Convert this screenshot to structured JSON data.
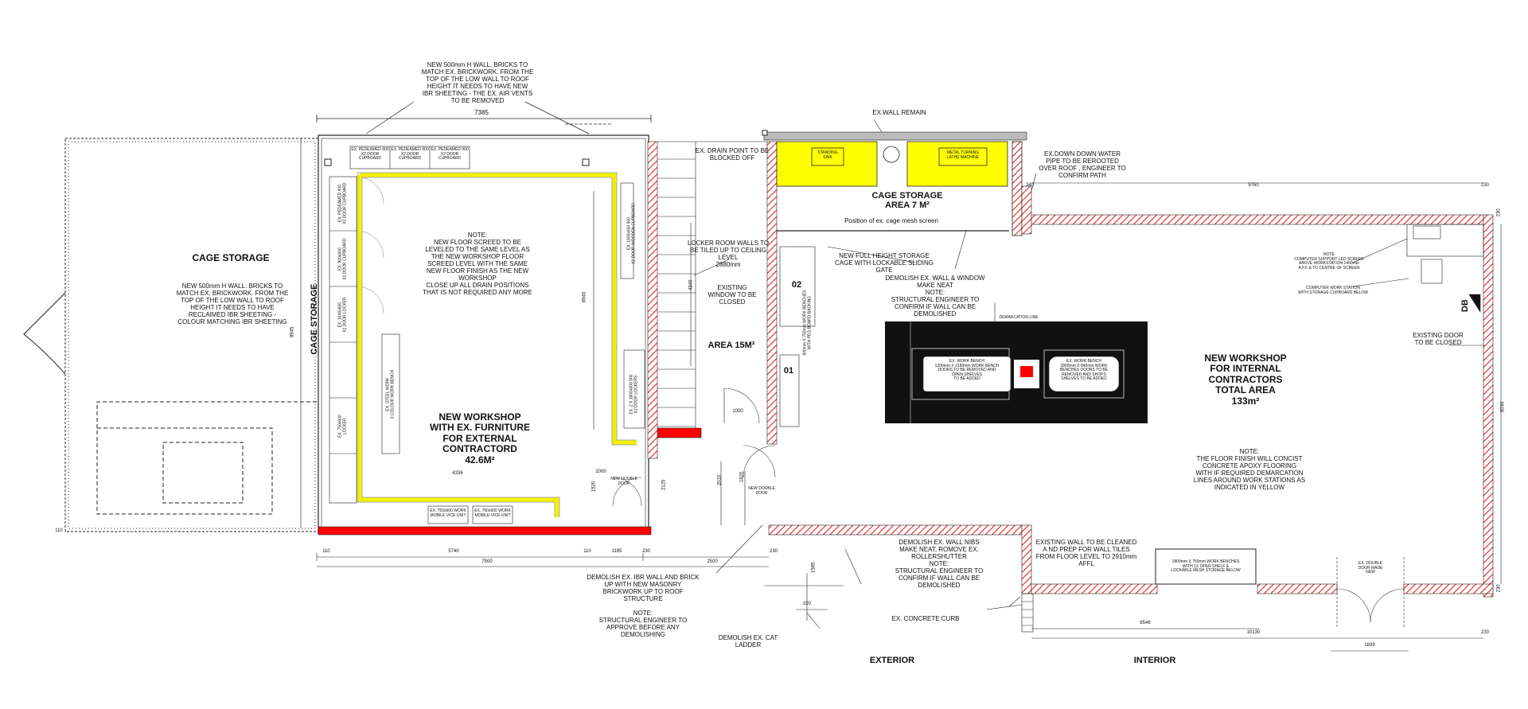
{
  "colors": {
    "wall_hatch": "#e23a3a",
    "new_wall": "#ff0000",
    "floor_demarcation": "#f2f200",
    "cage_fill": "#ffff00",
    "black_area": "#111111"
  },
  "dims": {
    "d7385": "7385",
    "d8945": "8945",
    "d6940": "6940",
    "d4340": "4340",
    "d4336": "4336",
    "d2000": "2000",
    "d1520": "1520",
    "d2125": "2125",
    "d1000": "1000",
    "d2010": "2010",
    "d1820": "1820",
    "d110a": "110",
    "d5740": "5740",
    "d110b": "110",
    "d1195": "1195",
    "d230a": "230",
    "d7500": "7500",
    "d2500": "2500",
    "d230b": "230",
    "d1585": "1585",
    "d320": "320",
    "d340": "340",
    "d9760": "9760",
    "d230c": "230",
    "d230d": "230",
    "d8034": "8034",
    "d230e": "230",
    "d6546": "6546",
    "d10130": "10130",
    "d230f": "230",
    "d1839": "1839",
    "d110c": "110"
  },
  "labels": {
    "note_top_wall": "NEW 500mm H WALL. BRICKS TO\nMATCH EX. BRICKWORK. FROM THE\nTOP OF THE LOW WALL TO ROOF\nHEIGHT IT NEEDS TO HAVE NEW\nIBR SHEETING - THE EX. AIR VENTS\nTO BE REMOVED",
    "cage_storage_left": "CAGE STORAGE",
    "note_left_wall": "NEW 500mm H WALL. BRICKS TO\nMATCH EX. BRICKWORK. FROM THE\nTOP OF THE LOW WALL TO ROOF\nHEIGHT IT NEEDS TO HAVE\nRECLAIMED IBR SHEETING -\nCOLOUR MATCHING IBR SHEETING",
    "cage_storage_vertical": "CAGE STORAGE",
    "note_floor_screed": "NOTE:\nNEW FLOOR SCREED TO BE\nLEVELED TO THE SAME LEVEL AS\nTHE NEW WORKSHOP FLOOR\nSCREED LEVEL WITH THE SAME\nNEW FLOOR FINISH AS THE NEW\nWORKSHOP\nCLOSE UP ALL DRAIN POSITIONS\nTHAT IS NOT REQUIRED ANY MORE",
    "workshop_external": "NEW WORKSHOP\nWITH EX. FURNITURE\nFOR EXTERNAL\nCONTRACTORD\n42.6M²",
    "ex_drain": "EX. DRAIN POINT TO BE\nBLOCKED OFF",
    "locker_room_walls": "LOCKER ROOM WALLS TO\nBE TILED UP TO CEILING\nLEVEL\n2880mm",
    "existing_window": "EXISTING\nWINDOW TO BE\nCLOSED",
    "area_15": "AREA 15M²",
    "ex_wall_remain": "EX.WALL REMAIN",
    "cage_storage_7": "CAGE STORAGE\nAREA 7 M²",
    "cage_mesh": "Position of ex. cage mesh screen",
    "full_height_storage": "NEW FULL HEIGHT STORAGE\nCAGE WITH LOCKABLE SLIDING\nGATE",
    "demolish_wall_window": "DEMOLISH EX. WALL & WINDOW\nMAKE NEAT\nNOTE:\nSTRUCTURAL ENGINEER TO\nCONFIRM IF WALL CAN BE\nDEMOLISHED",
    "ex_downpipe": "EX.DOWN DOWN WATER\nPIPE TO BE REROOTED\nOVER ROOF , ENGINEER TO\nCONFIRM PATH",
    "workshop_internal": "NEW WORKSHOP\nFOR INTERNAL\nCONTRACTORS\nTOTAL AREA\n133m²",
    "existing_door": "EXISTING DOOR\nTO BE CLOSED",
    "db": "DB",
    "note_floor_finish": "NOTE:\nTHE FLOOR FINISH WILL CONCIST\nCONCRETE APOXY FLOORING\nWITH IF REQUIRED DEMARCATION\nLINES AROUND WORK STATIONS AS\nINDICATED IN YELLOW",
    "demolish_ibr": "DEMOLISH EX. IBR WALL AND BRICK\nUP WITH NEW MASONRY\nBRICKWORK UP TO ROOF\nSTRUCTURE\n\nNOTE:\nSTRUCTURAL ENGINEER TO\nAPPROVE BEFORE ANY\nDEMOLISHING",
    "demolish_cat_ladder": "DEMOLISH EX. CAT\nLADDER",
    "demolish_nibs": "DEMOLISH EX. WALL NIBS\nMAKE NEAT, ROMOVE EX.\nROLLERSHUTTER\nNOTE:\nSTRUCTURAL ENGINEER TO\nCONFIRM IF WALL CAN BE\nDEMOLISHED",
    "wall_cleaned": "EXISTING WALL TO BE CLEANED\nA ND PREP FOR WALL TILES\nFROM FLOOR LEVEL TO 2910mm\nAFFL",
    "ex_concrete_curb": "EX. CONCRETE CURB",
    "exterior": "EXTERIOR",
    "interior": "INTERIOR",
    "new_double_door_a": "NEW DOUBLE\nDOOR",
    "new_double_door_b": "NEW DOUBLE\nDOOR",
    "label_02": "02",
    "label_01": "01",
    "demarcation_line": "DEMARCATION LINE",
    "bench_left": "EX. WORK BENCH\n1200mm X 2180mm WORK BENCH\nDOORS TO BE REMOVED AND\nOPEN SHELVES\nTO BE ADDED",
    "bench_right": "EX. WORK BENCH\n1800mm X 840mm WORK\nBENCHES DOORS TO BE\nREMOVED AND SHOPS\nSHELVES TO BE ADDED",
    "bench_bottom_right": "1800mm X 750mm WORK BENCHES\nWITH 1X OPEN SHELF &\nLOCKABLE MESH STORAGE BELOW",
    "ex_double_door": "EX. DOUBLE\nDOOR MADE\nNEW",
    "note_monitor": "NOTE\nCOMPUTER SUPPORT LED SCREEN\nABOVE WORKSTATION 1400mm\nA.F.F & TO CENTRE OF SCREEN",
    "computer_station": "COMPUTER WORK STATION\nWITH STORAGE CUPBOARD BELOW",
    "standing_sink": "STANDING\nSINK",
    "metal_turning": "METAL TURNING\nLATHE MACHINE",
    "mobile_vice_a": "EX. 750x600 WORK\nMOBILE VICE UNIT",
    "mobile_vice_b": "EX. 750x600 WORK\nMOBILE VICE UNIT",
    "cupboard_top_a": "EX. PEDEAMED 900\nX2 DOOR\nCUPBOARD",
    "cupboard_top_b": "EX. PEDEAMED 900\nX2 DOOR\nCUPBOARD",
    "cupboard_top_c": "EX. PEDEAMED 900\nX2 DOOR\nCUPBOARD",
    "cupboard_left_a": "EX. PEDEAMED 900\nX2 DOOR CUPBOARD",
    "cupboard_left_b": "EX. 900x600\nX2 DOOR CUPBOARD",
    "cupboard_left_c": "EX. 1600x600\nX2 DOOR LOCKER",
    "cupboard_left_d": "EX. 750x600\nLOCKER",
    "work_bench_vertical": "EX. STEEL WORK\n3 COLOUR WORK BENCH",
    "lockers_locker_room": "EX. 2 X 1800x600 900\nX2 DOOR LOCKERS",
    "lockers_locker_room_b": "EX. 1800x600 900\nX2 DOOR WOODEN CUPBOARD",
    "bench_area15": "900mm X 750mm WORK BENCHES\nWITH PEG BOARD BACKING"
  }
}
